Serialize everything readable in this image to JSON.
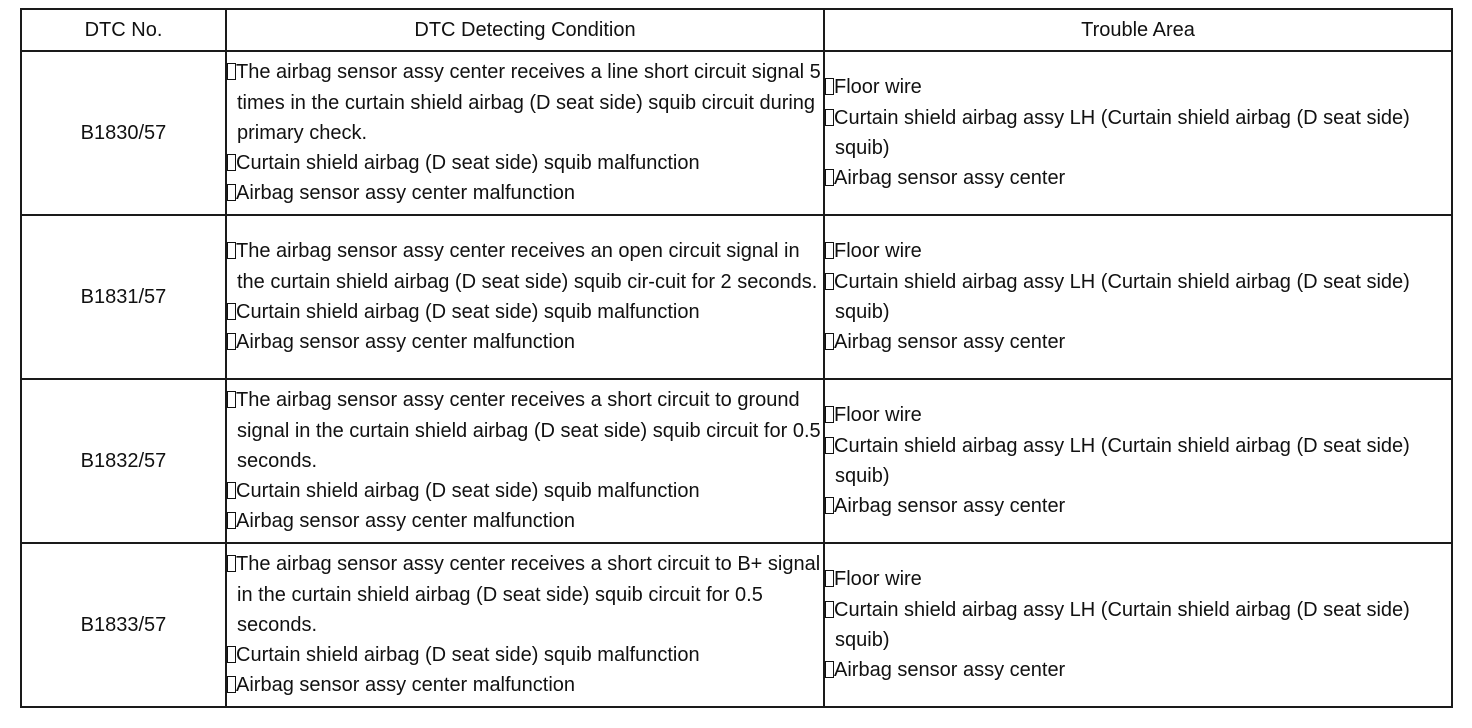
{
  "table": {
    "headers": {
      "code": "DTC No.",
      "condition": "DTC Detecting Condition",
      "area": "Trouble Area"
    },
    "rows": [
      {
        "code": "B1830/57",
        "conditions": [
          "The airbag sensor assy center receives a line short circuit signal 5 times in the curtain shield airbag (D seat side) squib circuit during primary check.",
          "Curtain shield airbag (D seat side) squib malfunction",
          "Airbag sensor assy center malfunction"
        ],
        "areas": [
          "Floor wire",
          "Curtain shield airbag assy LH (Curtain shield airbag (D seat side) squib)",
          "Airbag sensor assy center"
        ]
      },
      {
        "code": "B1831/57",
        "conditions": [
          "The airbag sensor assy center receives an open circuit signal in the curtain shield airbag (D seat side) squib cir-cuit for 2 seconds.",
          "Curtain shield airbag (D seat side) squib malfunction",
          "Airbag sensor assy center malfunction"
        ],
        "areas": [
          "Floor wire",
          "Curtain shield airbag assy LH (Curtain shield airbag (D seat side) squib)",
          "Airbag sensor assy center"
        ]
      },
      {
        "code": "B1832/57",
        "conditions": [
          "The airbag sensor assy center receives a short circuit to ground signal in the curtain shield airbag (D seat side) squib circuit for 0.5 seconds.",
          "Curtain shield airbag (D seat side) squib malfunction",
          "Airbag sensor assy center malfunction"
        ],
        "areas": [
          "Floor wire",
          "Curtain shield airbag assy LH (Curtain shield airbag (D seat side) squib)",
          "Airbag sensor assy center"
        ]
      },
      {
        "code": "B1833/57",
        "conditions": [
          "The airbag sensor assy center receives a short circuit to B+ signal in the curtain shield airbag (D seat side) squib circuit for 0.5 seconds.",
          "Curtain shield airbag (D seat side) squib malfunction",
          "Airbag sensor assy center malfunction"
        ],
        "areas": [
          "Floor wire",
          "Curtain shield airbag assy LH (Curtain shield airbag (D seat side) squib)",
          "Airbag sensor assy center"
        ]
      }
    ]
  }
}
